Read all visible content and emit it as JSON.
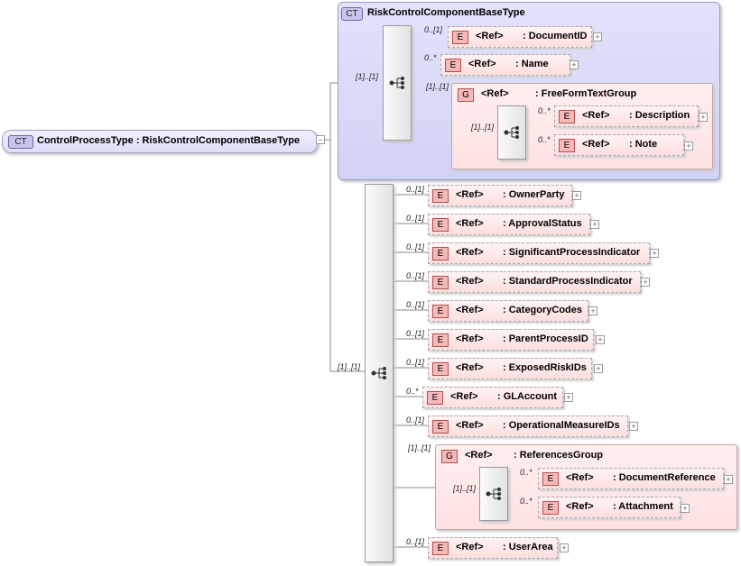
{
  "root": {
    "badge": "CT",
    "label": "ControlProcessType : RiskControlComponentBaseType"
  },
  "base_type": {
    "badge": "CT",
    "title": "RiskControlComponentBaseType"
  },
  "element_badge": "E",
  "group_badge": "G",
  "ref_label": "<Ref>",
  "cardinalities": {
    "base_seq": "[1]..[1]",
    "main_seq": "[1]..[1]",
    "free_form_group": "[1]..[1]",
    "free_form_seq": "[1]..[1]",
    "references_group": "[1]..[1]",
    "references_seq": "[1]..[1]"
  },
  "base_items": [
    {
      "name": ": DocumentID",
      "card": "0..[1]"
    },
    {
      "name": ": Name",
      "card": "0..*"
    }
  ],
  "free_form_group": {
    "name": ": FreeFormTextGroup",
    "items": [
      {
        "name": ": Description",
        "card": "0..*"
      },
      {
        "name": ": Note",
        "card": "0..*"
      }
    ]
  },
  "main_items": [
    {
      "name": ": OwnerParty",
      "card": "0..[1]"
    },
    {
      "name": ": ApprovalStatus",
      "card": "0..[1]"
    },
    {
      "name": ": SignificantProcessIndicator",
      "card": "0..[1]"
    },
    {
      "name": ": StandardProcessIndicator",
      "card": "0..[1]"
    },
    {
      "name": ": CategoryCodes",
      "card": "0..[1]"
    },
    {
      "name": ": ParentProcessID",
      "card": "0..[1]"
    },
    {
      "name": ": ExposedRiskIDs",
      "card": "0..[1]"
    },
    {
      "name": ": GLAccount",
      "card": "0..*"
    },
    {
      "name": ": OperationalMeasureIDs",
      "card": "0..[1]"
    }
  ],
  "references_group": {
    "name": ": ReferencesGroup",
    "items": [
      {
        "name": ": DocumentReference",
        "card": "0..*"
      },
      {
        "name": ": Attachment",
        "card": "0..*"
      }
    ]
  },
  "last_item": {
    "name": ": UserArea",
    "card": "0..[1]"
  },
  "expand_symbol": "+"
}
